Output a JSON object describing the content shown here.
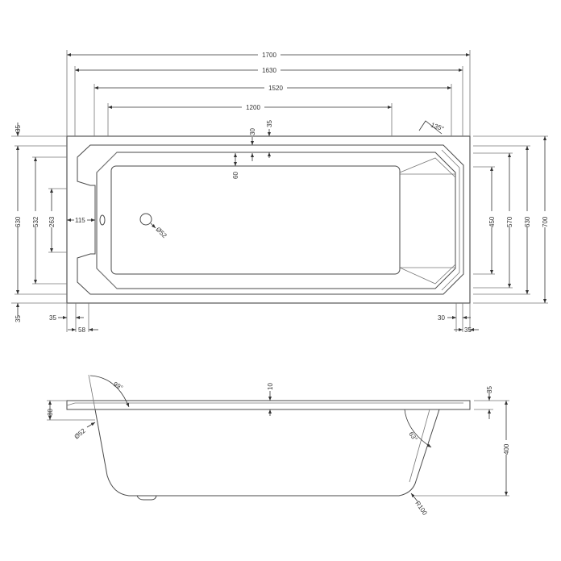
{
  "title": "Rectangular bath technical drawing",
  "plan_view": {
    "overall_lengths": [
      "1700",
      "1630",
      "1520",
      "1200"
    ],
    "top_offsets": [
      "30",
      "35",
      "60"
    ],
    "corner_angle": "135°",
    "left_widths": [
      "630",
      "532",
      "263"
    ],
    "left_edge_offset": "115",
    "left_margins": [
      "35",
      "35"
    ],
    "bottom_left": [
      "35",
      "58"
    ],
    "bottom_right": [
      "30",
      "35"
    ],
    "right_widths": [
      "450",
      "570",
      "630",
      "700"
    ],
    "waste_diameter": "Ø52"
  },
  "side_view": {
    "rim_thickness": "10",
    "left_angle": "99°",
    "left_rim_height": "80",
    "overflow_diameter": "Ø52",
    "right_angle": "63°",
    "right_rim_height": "35",
    "total_height": "400",
    "corner_radius": "R100"
  },
  "colors": {
    "line": "#4a4a4a",
    "text": "#333333",
    "background": "#ffffff"
  }
}
